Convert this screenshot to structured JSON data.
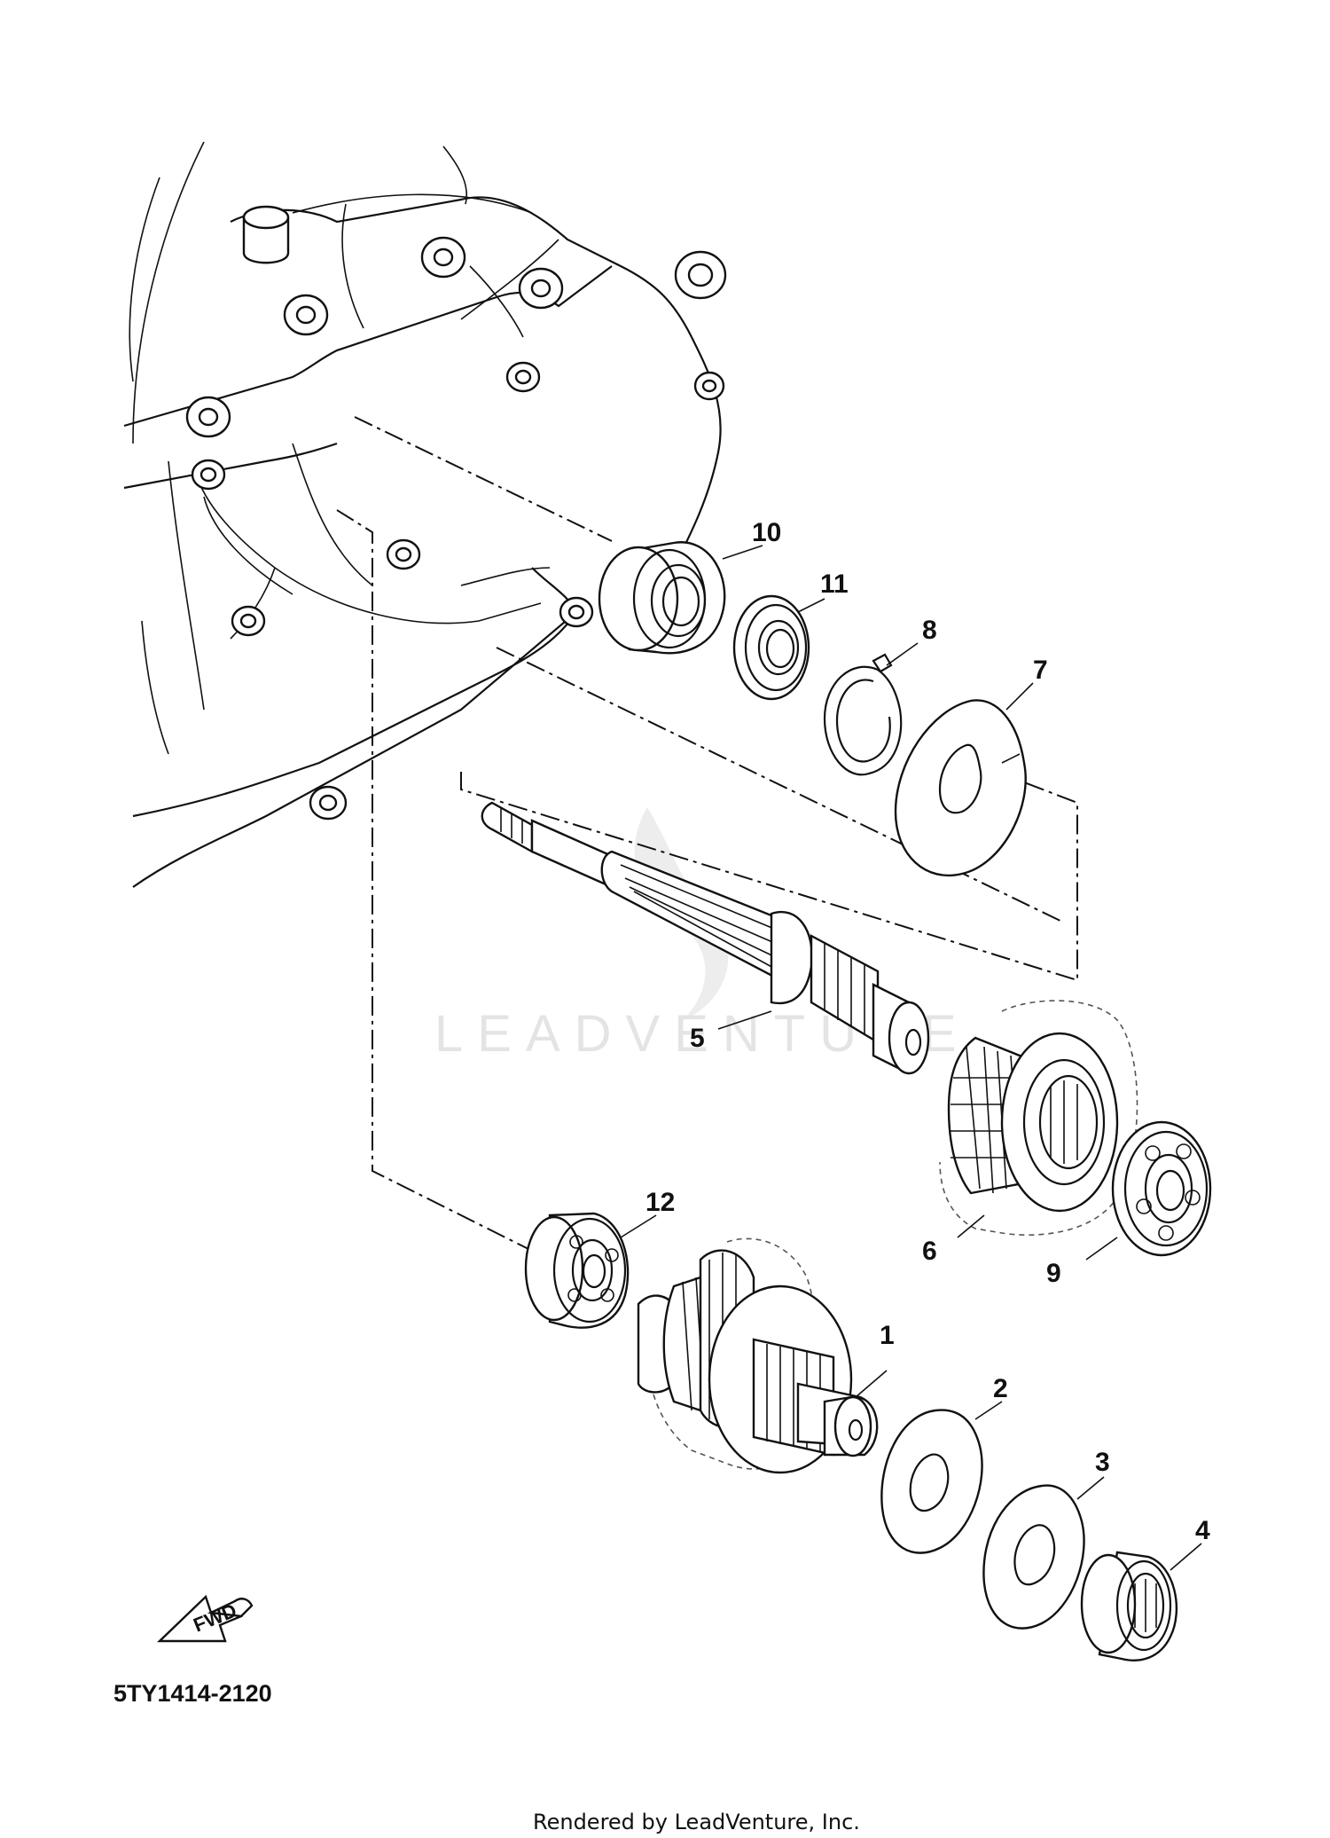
{
  "diagram": {
    "part_code": "5TY1414-2120",
    "direction_label": "FWD",
    "watermark": "LEADVENTURE",
    "footer": "Rendered by LeadVenture, Inc.",
    "callouts": [
      "1",
      "2",
      "3",
      "4",
      "5",
      "6",
      "7",
      "8",
      "9",
      "10",
      "11",
      "12"
    ]
  }
}
